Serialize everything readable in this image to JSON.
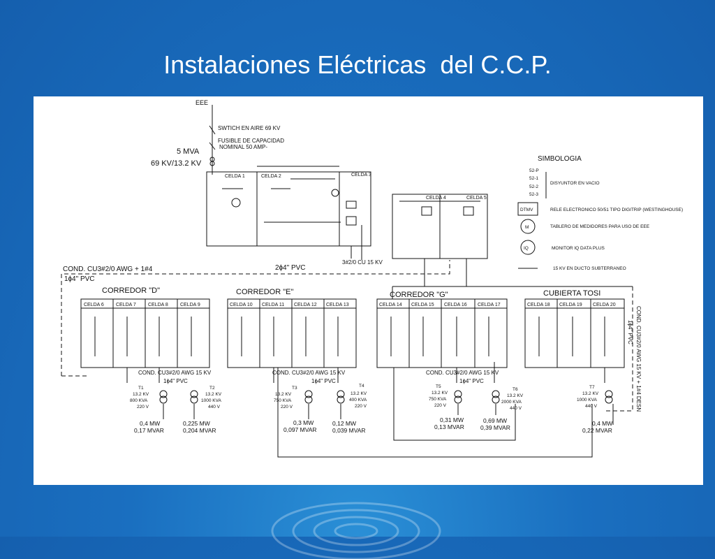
{
  "slide": {
    "title": "Instalaciones Eléctricas  del C.C.P."
  },
  "colors": {
    "background": "#1a6fc0",
    "title_text": "#ffffff",
    "panel": "#ffffff",
    "line": "#111111"
  },
  "diagram": {
    "source_label": "EEE",
    "switch_label": "SWTICH EN AIRE 69 KV",
    "fuse_label_line1": "FUSIBLE DE CAPACIDAD",
    "fuse_label_line2": "NOMINAL 50 AMP-",
    "transformer_power": "5 MVA",
    "transformer_voltage": "69 KV/13.2 KV",
    "cells_top": [
      "CELDA 1",
      "CELDA 2",
      "CELDA 3"
    ],
    "cells_mid": [
      "CELDA 4",
      "CELDA 5"
    ],
    "cable_cu15": "3#2/0 CU 15 KV",
    "cond_main": "COND. CU3#2/0 AWG + 1#4",
    "pvc_1": "1ɸ4\" PVC",
    "pvc_2": "2ɸ4\" PVC",
    "corridors": [
      "CORREDOR \"D\"",
      "CORREDOR \"E\"",
      "CORREDOR \"G\"",
      "CUBIERTA TOSI"
    ],
    "group_d": [
      "CELDA 6",
      "CELDA 7",
      "CELDA 8",
      "CELDA 9"
    ],
    "group_e": [
      "CELDA 10",
      "CELDA 11",
      "CELDA 12",
      "CELDA 13"
    ],
    "group_g": [
      "CELDA 14",
      "CELDA 15",
      "CELDA 16",
      "CELDA 17"
    ],
    "group_t": [
      "CELDA 18",
      "CELDA 19",
      "CELDA 20"
    ],
    "cond_awg15": "COND. CU3#2/0 AWG 15 KV",
    "pvc_small": "1ɸ4\" PVC",
    "right_vertical": "COND. CU3#2/0 AWG 15 KV + 1#4 DESN",
    "right_pvc": "1ɸ4\" PVC",
    "transformers": [
      {
        "name": "T1",
        "v": "13.2 KV",
        "kva": "800 KVA",
        "sec": "220 V",
        "mw": "0,4 MW",
        "mvar": "0,17 MVAR"
      },
      {
        "name": "T2",
        "v": "13.2 KV",
        "kva": "1000 KVA",
        "sec": "440 V",
        "mw": "0,225 MW",
        "mvar": "0,204 MVAR"
      },
      {
        "name": "T3",
        "v": "13.2 KV",
        "kva": "750 KVA",
        "sec": "220 V",
        "mw": "0,3 MW",
        "mvar": "0,097 MVAR"
      },
      {
        "name": "T4",
        "v": "13.2 KV",
        "kva": "400 KVA",
        "sec": "220 V",
        "mw": "0,12 MW",
        "mvar": "0,039 MVAR"
      },
      {
        "name": "T5",
        "v": "13.2 KV",
        "kva": "750 KVA",
        "sec": "220 V",
        "mw": "0,31 MW",
        "mvar": "0,13 MVAR"
      },
      {
        "name": "T6",
        "v": "13.2 KV",
        "kva": "2000 KVA",
        "sec": "440 V",
        "mw": "0,69 MW",
        "mvar": "0,39 MVAR"
      },
      {
        "name": "T7",
        "v": "13.2 KV",
        "kva": "1000 KVA",
        "sec": "440 V",
        "mw": "0,4 MW",
        "mvar": "0,22 MVAR"
      }
    ],
    "legend": {
      "title": "SIMBOLOGIA",
      "codes": [
        "52-P",
        "52-1",
        "52-2",
        "52-3"
      ],
      "breaker": "DISYUNTOR EN VACIO",
      "dtmv": "DTMV",
      "dtmv_desc": "RELE ELECTRONICO 50/51 TIPO DIGITRIP (WESTINGHOUSE)",
      "m": "M",
      "m_desc": "TABLERO DE MEDIDORES PARA USO DE EEE",
      "iq": "IQ",
      "iq_desc": "MONITOR IQ DATA PLUS",
      "duct_desc": "15 KV EN DUCTO SUBTERRANEO"
    }
  }
}
